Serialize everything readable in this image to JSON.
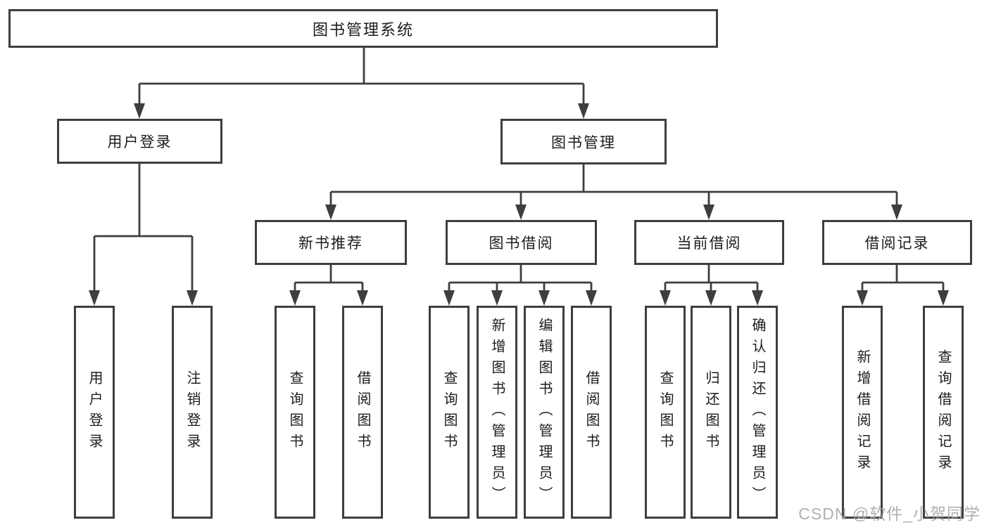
{
  "tree": {
    "root": "图书管理系统",
    "branches": [
      {
        "label": "用户登录",
        "children": [
          "用户登录",
          "注销登录"
        ]
      },
      {
        "label": "图书管理",
        "groups": [
          {
            "label": "新书推荐",
            "children": [
              "查询图书",
              "借阅图书"
            ]
          },
          {
            "label": "图书借阅",
            "children": [
              "查询图书",
              "新增图书（管理员）",
              "编辑图书（管理员）",
              "借阅图书"
            ]
          },
          {
            "label": "当前借阅",
            "children": [
              "查询图书",
              "归还图书",
              "确认归还（管理员）"
            ]
          },
          {
            "label": "借阅记录",
            "children": [
              "新增借阅记录",
              "查询借阅记录"
            ]
          }
        ]
      }
    ]
  },
  "watermark": "CSDN @软件_小贺同学",
  "colors": {
    "line": "#3e3e3e",
    "box_border": "#3e3e3e",
    "box_fill": "#ffffff",
    "text": "#1c1c1c",
    "watermark": "#a8a8a8"
  }
}
